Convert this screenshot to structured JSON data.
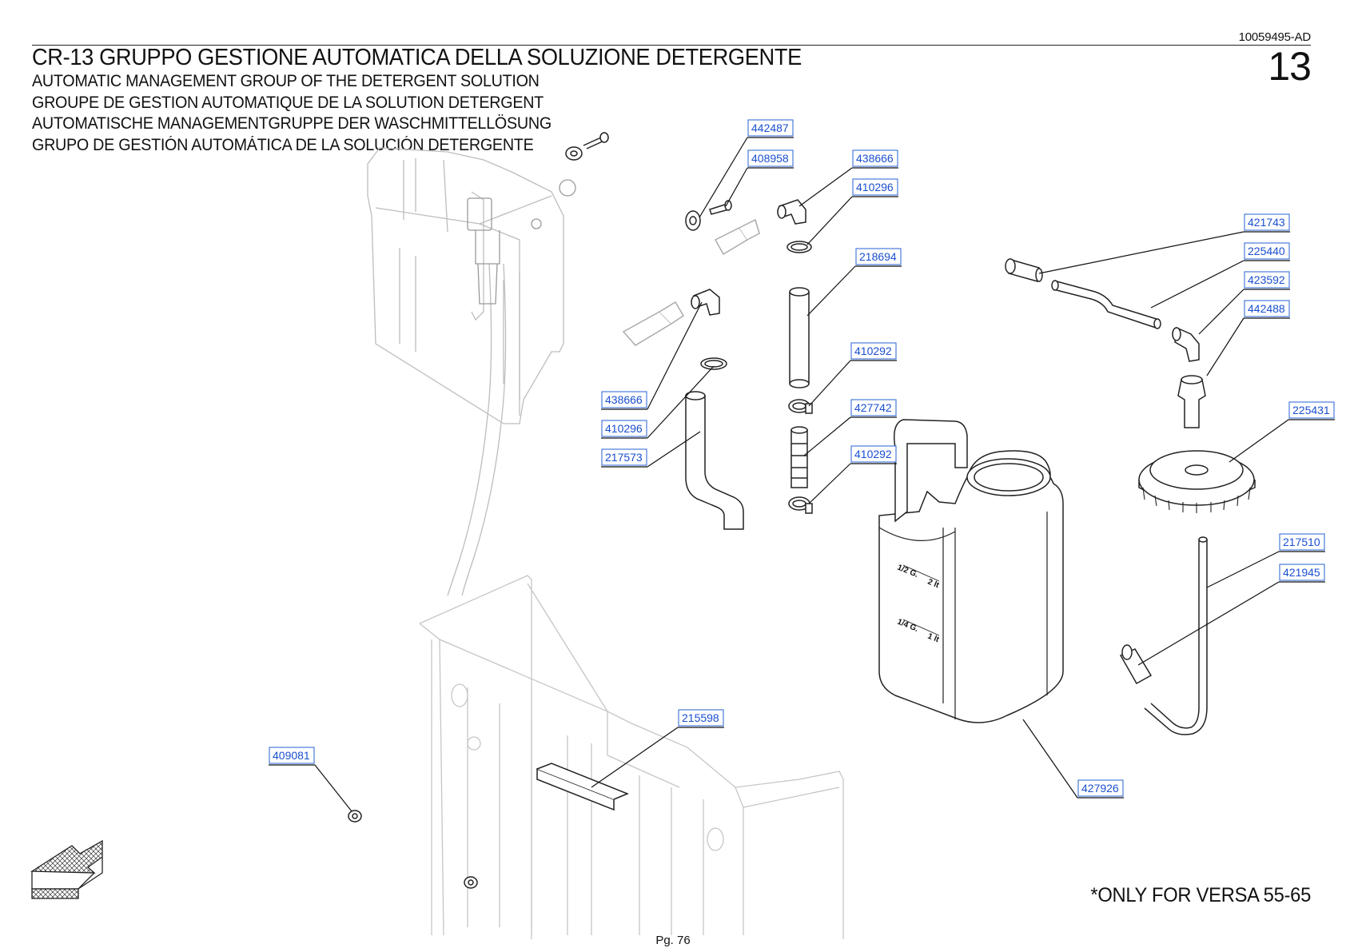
{
  "header": {
    "doc_code": "10059495-AD",
    "page_number": "13",
    "title": "CR-13 GRUPPO GESTIONE AUTOMATICA DELLA SOLUZIONE DETERGENTE",
    "subtitles": [
      "AUTOMATIC MANAGEMENT GROUP OF THE DETERGENT SOLUTION",
      "GROUPE DE GESTION AUTOMATIQUE DE LA SOLUTION DETERGENT",
      "AUTOMATISCHE MANAGEMENTGRUPPE DER WASCHMITTELLÖSUNG",
      "GRUPO DE GESTIÓN AUTOMÁTICA DE LA SOLUCIÓN DETERGENTE"
    ]
  },
  "part_labels": {
    "p442487": "442487",
    "p408958": "408958",
    "p438666_top": "438666",
    "p410296_top": "410296",
    "p218694": "218694",
    "p421743": "421743",
    "p225440": "225440",
    "p423592": "423592",
    "p442488": "442488",
    "p438666_left": "438666",
    "p410296_left": "410296",
    "p217573": "217573",
    "p410292_a": "410292",
    "p427742": "427742",
    "p410292_b": "410292",
    "p225431": "225431",
    "p217510": "217510",
    "p421945": "421945",
    "p215598": "215598",
    "p409081": "409081",
    "p427926": "427926"
  },
  "tank_markings": {
    "upper": "1/2 G.",
    "upper_liters": "2 lt",
    "lower": "1/4 G.",
    "lower_liters": "1 lt"
  },
  "note": "*ONLY FOR VERSA 55-65",
  "footer": "Pg. 76",
  "colors": {
    "label_text": "#1a4fd0",
    "label_border": "#3a6fd8",
    "ghost_lines": "#bdbdbd",
    "parts": "#222222"
  }
}
